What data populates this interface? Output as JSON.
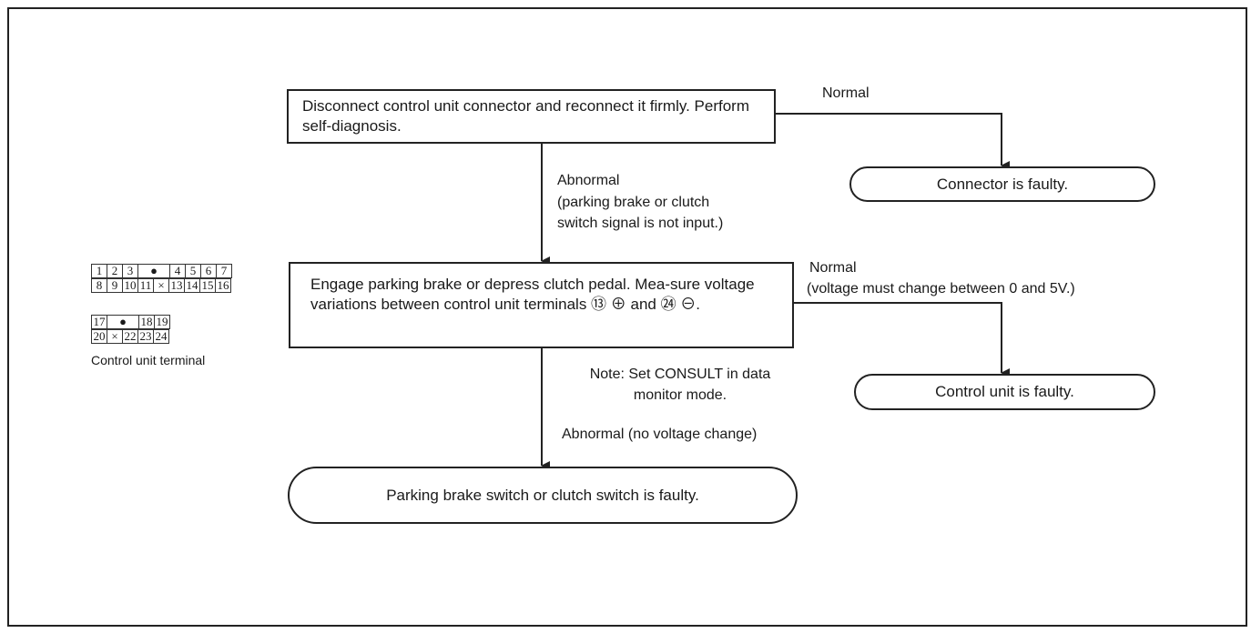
{
  "steps": {
    "step1": "Disconnect control unit connector and reconnect it firmly. Perform self-diagnosis.",
    "step2": "Engage parking brake or depress clutch pedal. Mea-sure voltage variations between control unit terminals ⑬ ⊕ and ㉔ ⊖."
  },
  "results": {
    "connector_faulty": "Connector is faulty.",
    "control_unit_faulty": "Control unit is faulty.",
    "switch_faulty": "Parking brake switch or clutch switch is faulty."
  },
  "branches": {
    "normal_1": "Normal",
    "abnormal_1_title": "Abnormal",
    "abnormal_1_line1": "(parking brake or clutch",
    "abnormal_1_line2": "switch signal is not  input.)",
    "normal_2_title": "Normal",
    "normal_2_detail": "(voltage must change between 0 and 5V.)",
    "note_line1": "Note: Set CONSULT in data",
    "note_line2": "monitor mode.",
    "abnormal_2": "Abnormal (no voltage change)"
  },
  "connector": {
    "row1": [
      "1",
      "2",
      "3",
      "●",
      "4",
      "5",
      "6",
      "7"
    ],
    "row2": [
      "8",
      "9",
      "10",
      "11",
      "×",
      "13",
      "14",
      "15",
      "16"
    ],
    "row3": [
      "17",
      "●",
      "18",
      "19"
    ],
    "row4": [
      "20",
      "×",
      "22",
      "23",
      "24"
    ],
    "caption": "Control unit terminal"
  }
}
